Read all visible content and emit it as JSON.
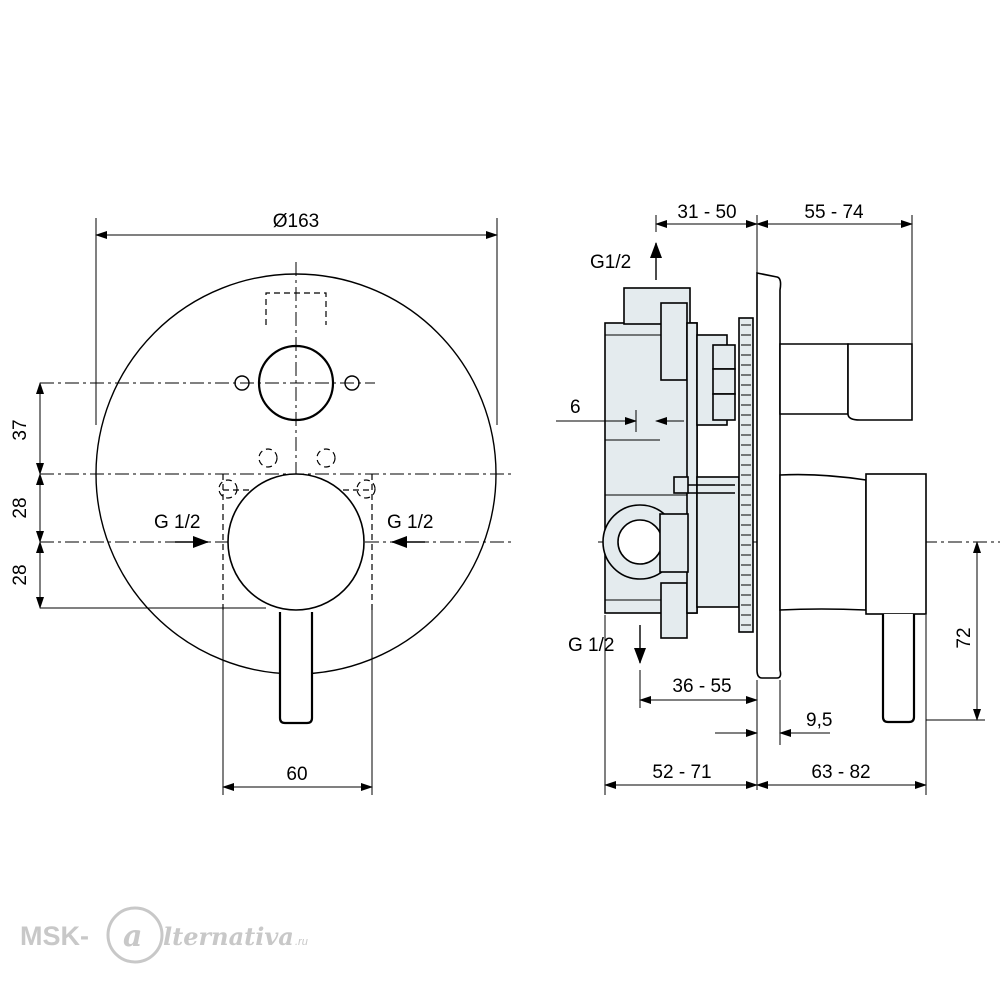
{
  "front_view": {
    "overall_diameter": "Ø163",
    "dim_top_to_center": "37",
    "dim_center_to_inlet": "28",
    "dim_inlet_to_lever": "28",
    "inlet_left": "G 1/2",
    "inlet_right": "G 1/2",
    "lever_base_width": "60"
  },
  "side_view": {
    "outlet_top": "G1/2",
    "outlet_bottom": "G 1/2",
    "dim_rosette_depth": "31 - 50",
    "dim_spout_length": "55 - 74",
    "dim_offset": "6",
    "dim_body_depth_top": "36 - 55",
    "dim_rosette_gap": "9,5",
    "dim_body_depth_total": "52 - 71",
    "dim_handle_projection": "63 - 82",
    "dim_handle_height": "72"
  },
  "watermark": {
    "prefix": "MSK-",
    "mark": "a",
    "suffix": "lternativa",
    "tld": ".ru"
  }
}
